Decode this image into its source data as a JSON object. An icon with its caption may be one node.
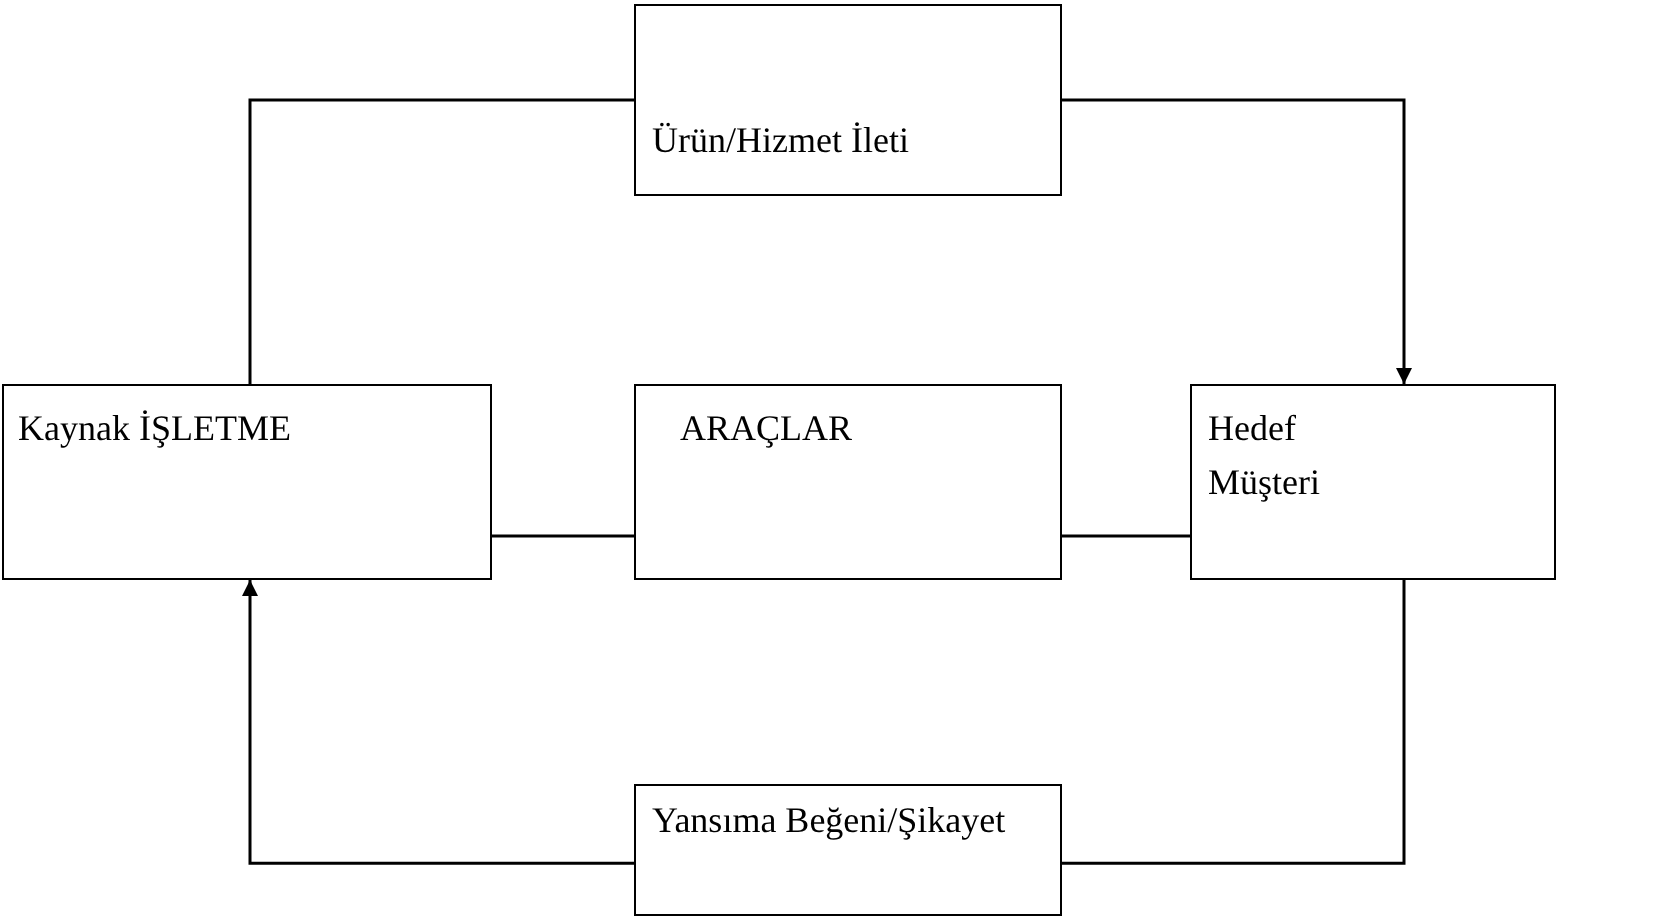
{
  "diagram": {
    "nodes": [
      {
        "text": [
          "Ürün/Hizmet İleti"
        ]
      },
      {
        "text": [
          "Kaynak İŞLETME"
        ]
      },
      {
        "text": [
          "ARAÇLAR"
        ]
      },
      {
        "text": [
          "Hedef Müşteri"
        ]
      },
      {
        "text": [
          "Yansıma Beğeni/Şikayet"
        ]
      }
    ],
    "edges": [
      {
        "from": 1,
        "to": 0,
        "arrow": "none"
      },
      {
        "from": 0,
        "to": 3,
        "arrow": "to"
      },
      {
        "from": 1,
        "to": 2,
        "arrow": "none"
      },
      {
        "from": 2,
        "to": 3,
        "arrow": "none"
      },
      {
        "from": 3,
        "to": 4,
        "arrow": "none"
      },
      {
        "from": 4,
        "to": 1,
        "arrow": "to"
      }
    ]
  }
}
